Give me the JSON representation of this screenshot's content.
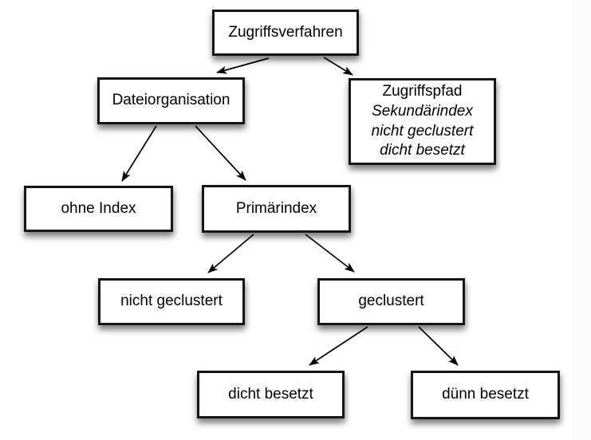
{
  "page": {
    "background_color": "#ffffff",
    "right_gutter_color": "#fafafa"
  },
  "colors": {
    "node_fill": "#ffffff",
    "node_border": "#161616",
    "arrow": "#000000",
    "text": "#000000"
  },
  "diagram": {
    "nodes": {
      "zugriffsverfahren": {
        "label": "Zugriffsverfahren"
      },
      "dateiorganisation": {
        "label": "Dateiorganisation"
      },
      "zugriffspfad": {
        "line1": "Zugriffspfad",
        "line2": "Sekundärindex",
        "line3": "nicht geclustert",
        "line4": "dicht besetzt"
      },
      "ohne_index": {
        "label": "ohne Index"
      },
      "primaerindex": {
        "label": "Primärindex"
      },
      "nicht_geclustert": {
        "label": "nicht geclustert"
      },
      "geclustert": {
        "label": "geclustert"
      },
      "dicht_besetzt": {
        "label": "dicht besetzt"
      },
      "duenn_besetzt": {
        "label": "dünn besetzt"
      }
    },
    "edges": [
      {
        "from": "zugriffsverfahren",
        "to": "dateiorganisation"
      },
      {
        "from": "zugriffsverfahren",
        "to": "zugriffspfad"
      },
      {
        "from": "dateiorganisation",
        "to": "ohne_index"
      },
      {
        "from": "dateiorganisation",
        "to": "primaerindex"
      },
      {
        "from": "primaerindex",
        "to": "nicht_geclustert"
      },
      {
        "from": "primaerindex",
        "to": "geclustert"
      },
      {
        "from": "geclustert",
        "to": "dicht_besetzt"
      },
      {
        "from": "geclustert",
        "to": "duenn_besetzt"
      }
    ]
  }
}
